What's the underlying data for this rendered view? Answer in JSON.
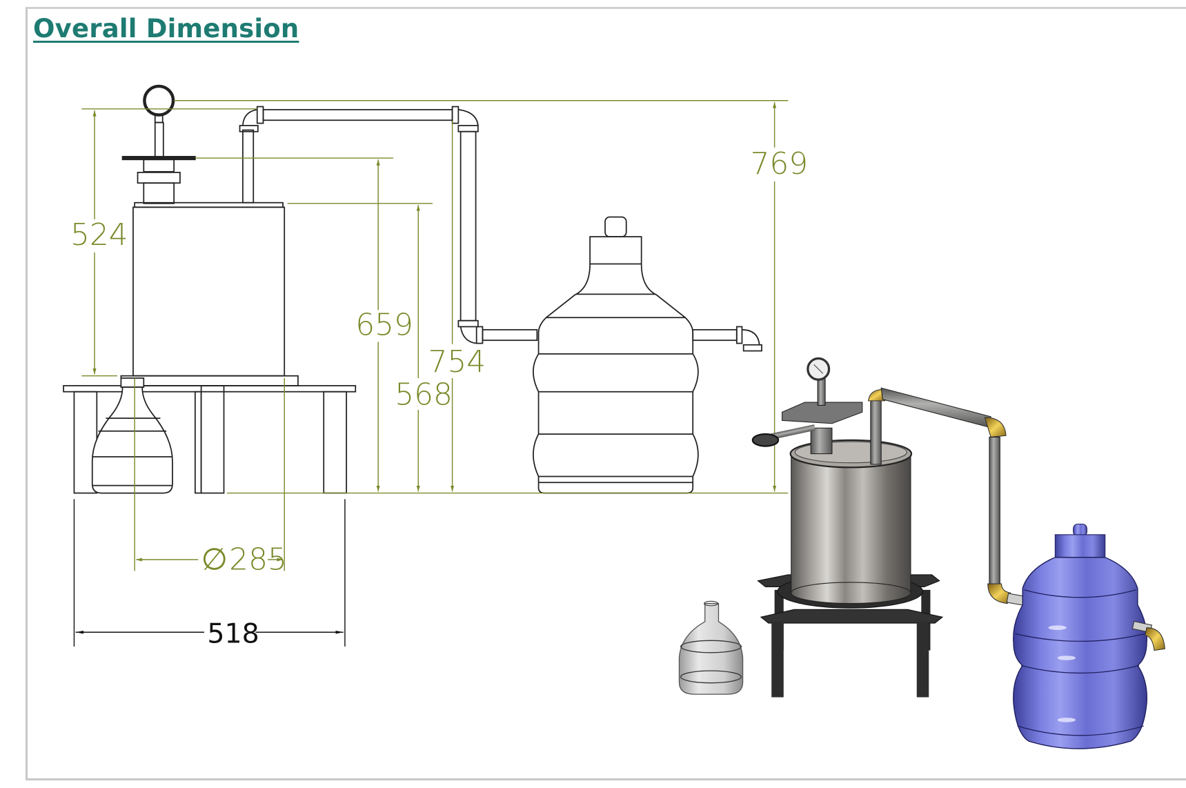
{
  "title": "Overall Dimension",
  "colors": {
    "title": "#1e7b72",
    "dimension": "#7a8a2a",
    "outline": "#222222",
    "steel": "#8a8a88",
    "brass": "#c9a227",
    "bottle_blue": "#6a6fd0",
    "frame": "#c8c8c8"
  },
  "dimensions": {
    "total_height": "769",
    "overall_pipe_height": "754",
    "lid_plate_height": "659",
    "vessel_top_height": "568",
    "vessel_body_height": "524",
    "vessel_diameter": "285",
    "vessel_diameter_symbol": "∅",
    "stand_width": "518"
  },
  "views": {
    "front_view": "2D orthographic front view with dimensions",
    "isometric_view": "3D shaded isometric render"
  }
}
